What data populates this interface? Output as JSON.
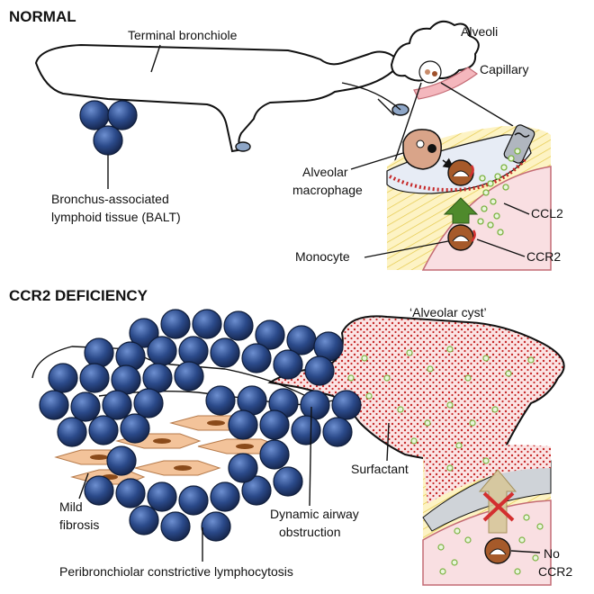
{
  "normal": {
    "title": "NORMAL",
    "labels": {
      "terminal_bronchiole": "Terminal bronchiole",
      "alveoli": "Alveoli",
      "capillary": "Capillary",
      "balt_1": "Bronchus-associated",
      "balt_2": "lymphoid tissue (BALT)",
      "macrophage_1": "Alveolar",
      "macrophage_2": "macrophage",
      "ccl2": "CCL2",
      "monocyte": "Monocyte",
      "ccr2": "CCR2"
    }
  },
  "deficiency": {
    "title": "CCR2 DEFICIENCY",
    "labels": {
      "alveolar_cyst": "‘Alveolar cyst’",
      "surfactant": "Surfactant",
      "mild_fibrosis_1": "Mild",
      "mild_fibrosis_2": "fibrosis",
      "obstruction_1": "Dynamic airway",
      "obstruction_2": "obstruction",
      "lymphocytosis": "Peribronchiolar constrictive lymphocytosis",
      "no_ccr2_1": "No",
      "no_ccr2_2": "CCR2"
    }
  },
  "colors": {
    "lymphocyte": "#2b4a8a",
    "surfactant_dot": "#c62828",
    "ccl2_dot": "#7cb342",
    "arrow_green": "#4f8a2c",
    "arrow_blocked": "#c8b98a",
    "cross": "#d32f2f",
    "capillary": "#f4b7bd",
    "fibroblast": "#f3c39a",
    "epithelium_yellow": "#f5e27a"
  }
}
